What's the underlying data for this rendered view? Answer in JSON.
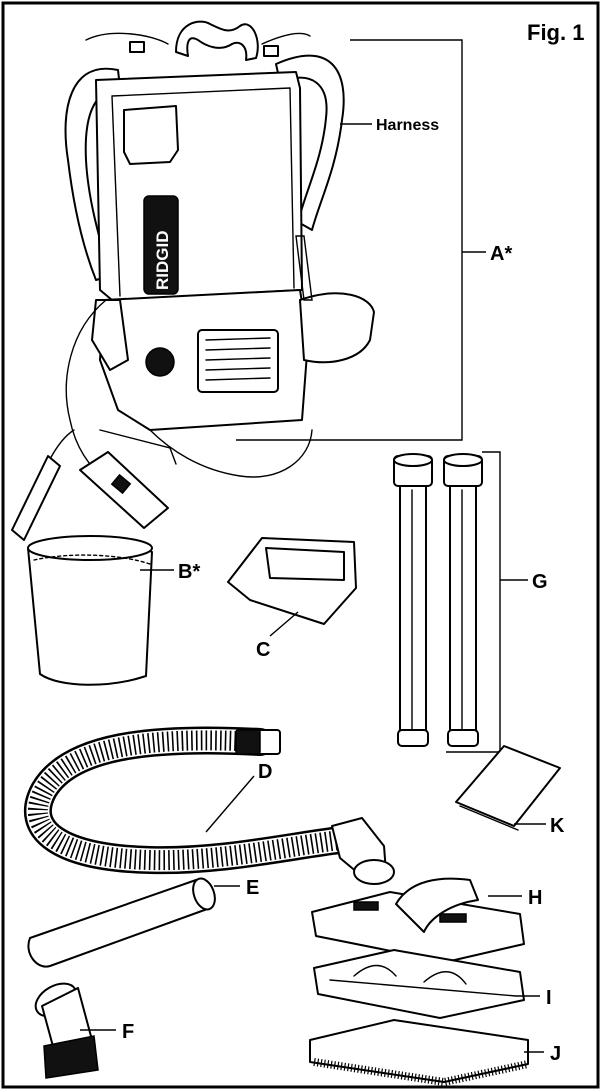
{
  "figure": {
    "title": "Fig. 1",
    "brand": "RIDGID",
    "labels": {
      "harness": "Harness",
      "a": "A*",
      "b": "B*",
      "c": "C",
      "d": "D",
      "e": "E",
      "f": "F",
      "g": "G",
      "h": "H",
      "i": "I",
      "j": "J",
      "k": "K"
    }
  }
}
